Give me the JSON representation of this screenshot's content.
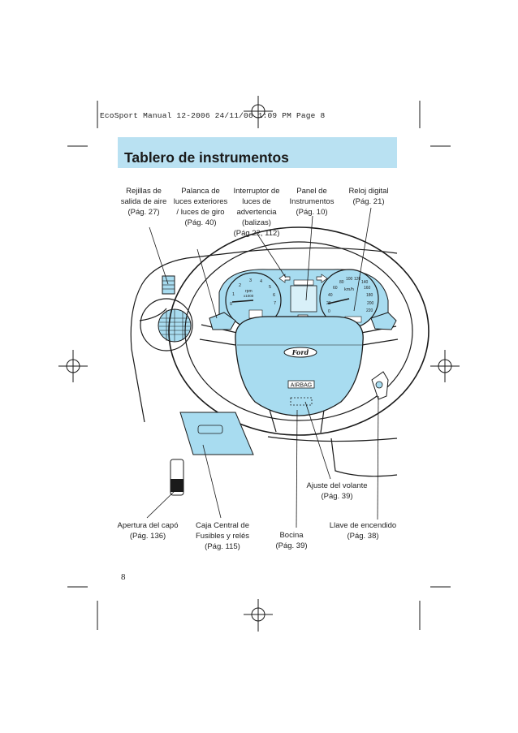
{
  "slug": "EcoSport Manual 12-2006   24/11/06   1:09 PM   Page 8",
  "section_title": "Tablero de instrumentos",
  "callouts_top": [
    {
      "lines": [
        "Rejillas de",
        "salida de aire",
        "(Pág. 27)"
      ]
    },
    {
      "lines": [
        "Palanca de",
        "luces exteriores",
        "/ luces de giro",
        "(Pág. 40)"
      ]
    },
    {
      "lines": [
        "Interruptor de",
        "luces de",
        "advertencia",
        "(balizas)",
        "(Pág 22, 112)"
      ]
    },
    {
      "lines": [
        "Panel de",
        "Instrumentos",
        "(Pág. 10)"
      ]
    },
    {
      "lines": [
        "Reloj digital",
        "(Pág. 21)"
      ]
    }
  ],
  "callouts_bottom": [
    {
      "lines": [
        "Ajuste del volante",
        "(Pág. 39)"
      ]
    },
    {
      "lines": [
        "Apertura del capó",
        "(Pág. 136)"
      ]
    },
    {
      "lines": [
        "Caja Central de",
        "Fusibles y relés",
        "(Pág. 115)"
      ]
    },
    {
      "lines": [
        "Bocina",
        "(Pág. 39)"
      ]
    },
    {
      "lines": [
        "Llave de encendido",
        "(Pág. 38)"
      ]
    }
  ],
  "illustration": {
    "airbag_label": "AIRBAG",
    "logo_text": "Ford",
    "rpm_label": "rpm",
    "rpm_sub": "x1000",
    "speed_unit": "km/h",
    "tach_ticks": [
      "0",
      "1",
      "2",
      "3",
      "4",
      "5",
      "6",
      "7"
    ],
    "speed_ticks": [
      "0",
      "20",
      "40",
      "60",
      "80",
      "100",
      "120",
      "140",
      "160",
      "180",
      "200",
      "220"
    ],
    "colors": {
      "highlight": "#a8dcf0",
      "title_band": "#b9e1f2",
      "line": "#1a1a1a"
    }
  },
  "page_number": "8"
}
